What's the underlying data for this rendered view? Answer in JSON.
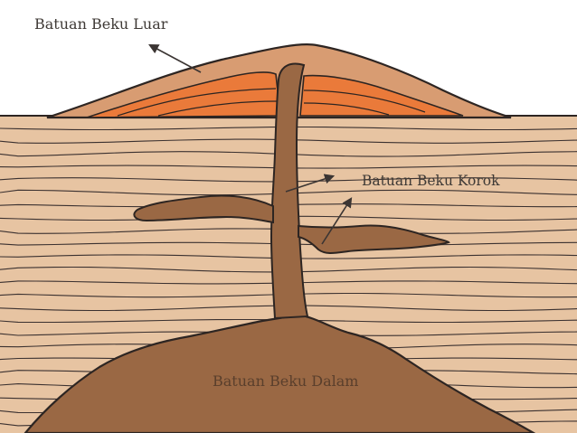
{
  "labels": {
    "extrusive": "Batuan Beku Luar",
    "intrusive_dyke_sill": "Batuan Beku Korok",
    "plutonic": "Batuan Beku Dalam"
  },
  "colors": {
    "sky": "#ffffff",
    "rock_strata": "#e7c4a2",
    "strata_line": "#3b3130",
    "volcano_cone": "#d89c72",
    "lava_layer": "#ea7a3a",
    "magma_brown": "#9a6844",
    "outline": "#2d2522",
    "arrow": "#3b3533"
  }
}
